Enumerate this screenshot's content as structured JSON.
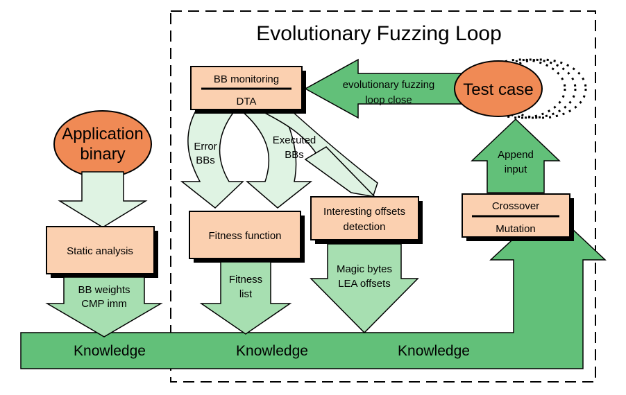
{
  "title": "Evolutionary Fuzzing Loop",
  "nodes": {
    "application_binary": [
      "Application",
      "binary"
    ],
    "test_case": "Test case",
    "bb_monitoring": "BB monitoring",
    "dta": "DTA",
    "static_analysis": "Static analysis",
    "fitness_function": "Fitness function",
    "interesting_offsets": [
      "Interesting offsets",
      "detection"
    ],
    "crossover": "Crossover",
    "mutation": "Mutation"
  },
  "edges": {
    "loop_close": [
      "evolutionary fuzzing",
      "loop close"
    ],
    "error_bbs": [
      "Error",
      "BBs"
    ],
    "executed_bbs": [
      "Executed",
      "BBs"
    ],
    "bb_weights": [
      "BB weights",
      "CMP imm"
    ],
    "fitness_list": [
      "Fitness",
      "list"
    ],
    "magic_bytes": [
      "Magic bytes",
      "LEA offsets"
    ],
    "append_input": [
      "Append",
      "input"
    ]
  },
  "knowledge": [
    "Knowledge",
    "Knowledge",
    "Knowledge"
  ],
  "colors": {
    "box_fill": "#fbd0b0",
    "oval_fill": "#f08a55",
    "arrow_pale": "#dff3e3",
    "arrow_mid": "#a7dfb1",
    "arrow_dark": "#62c079"
  }
}
